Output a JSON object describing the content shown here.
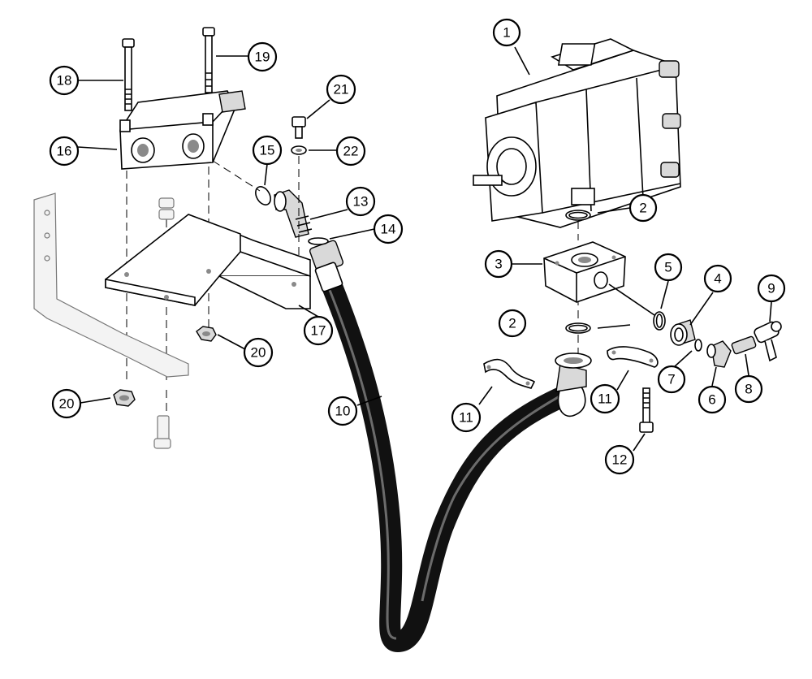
{
  "callouts": [
    {
      "id": "c1",
      "label": "1"
    },
    {
      "id": "c2a",
      "label": "2"
    },
    {
      "id": "c2b",
      "label": "2"
    },
    {
      "id": "c3",
      "label": "3"
    },
    {
      "id": "c4",
      "label": "4"
    },
    {
      "id": "c5",
      "label": "5"
    },
    {
      "id": "c6",
      "label": "6"
    },
    {
      "id": "c7",
      "label": "7"
    },
    {
      "id": "c8",
      "label": "8"
    },
    {
      "id": "c9",
      "label": "9"
    },
    {
      "id": "c10",
      "label": "10"
    },
    {
      "id": "c11a",
      "label": "11"
    },
    {
      "id": "c11b",
      "label": "11"
    },
    {
      "id": "c12",
      "label": "12"
    },
    {
      "id": "c13",
      "label": "13"
    },
    {
      "id": "c14",
      "label": "14"
    },
    {
      "id": "c15",
      "label": "15"
    },
    {
      "id": "c16",
      "label": "16"
    },
    {
      "id": "c17",
      "label": "17"
    },
    {
      "id": "c18",
      "label": "18"
    },
    {
      "id": "c19",
      "label": "19"
    },
    {
      "id": "c20a",
      "label": "20"
    },
    {
      "id": "c20b",
      "label": "20"
    },
    {
      "id": "c21",
      "label": "21"
    },
    {
      "id": "c22",
      "label": "22"
    }
  ]
}
